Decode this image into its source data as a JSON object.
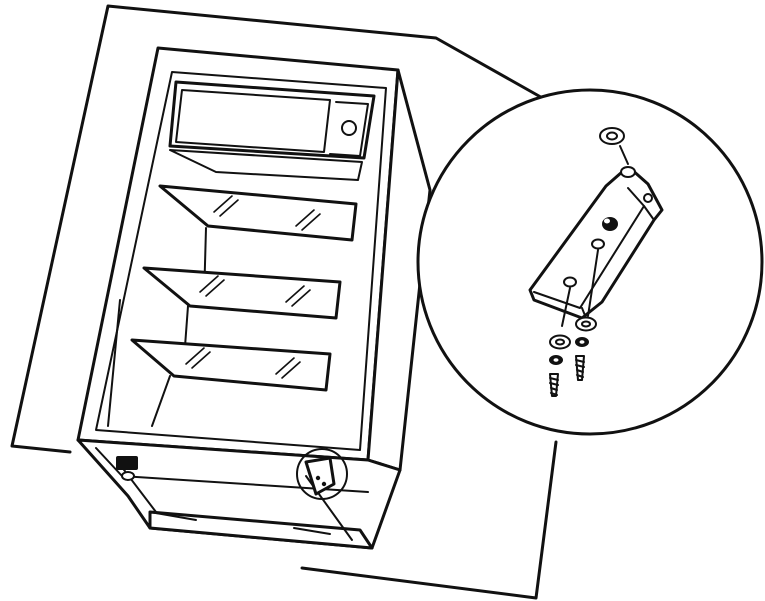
{
  "figure": {
    "subject": "refrigerator-door-hinge-installation",
    "colors": {
      "line": "#111111",
      "background": "#ffffff"
    },
    "parts": [
      "refrigerator-cabinet",
      "freezer-compartment",
      "glass-shelves",
      "bottom-hinge",
      "hinge-detail-callout",
      "washers",
      "screws"
    ]
  }
}
